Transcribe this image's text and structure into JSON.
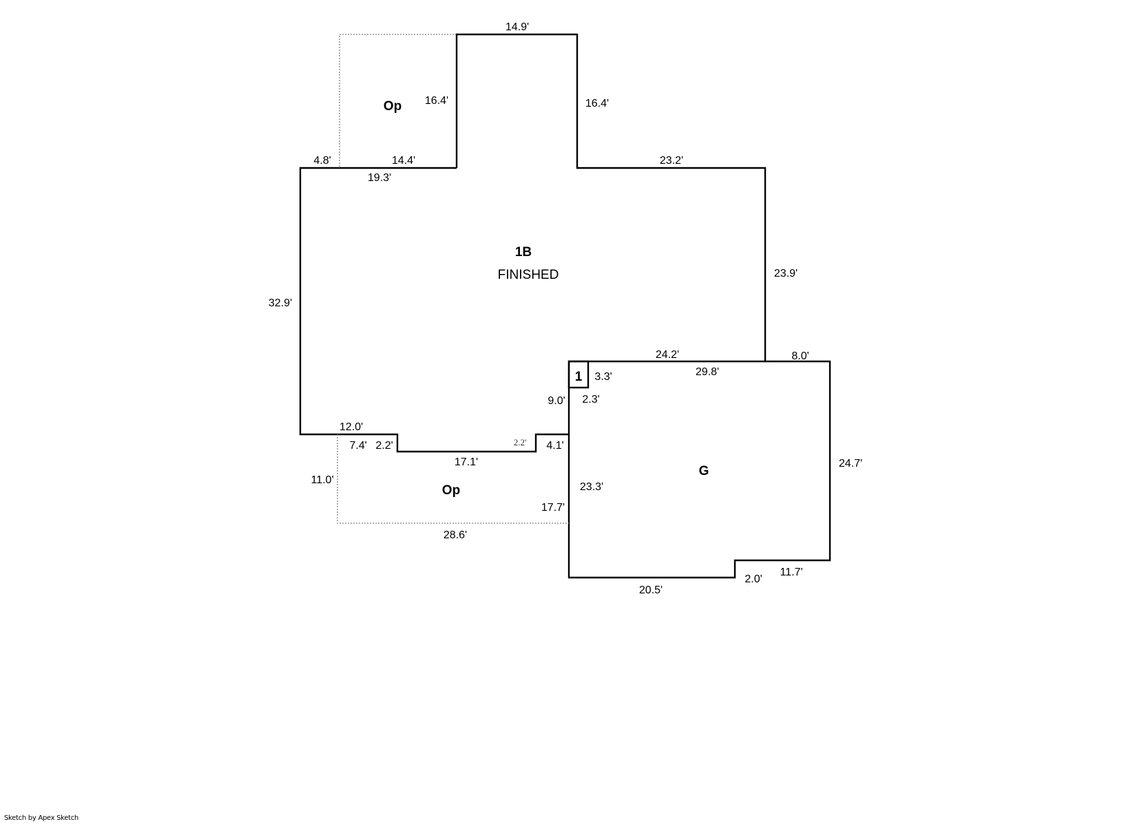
{
  "areas": {
    "main": {
      "code": "1B",
      "description": "FINISHED"
    },
    "porch_top": {
      "code": "Op"
    },
    "porch_bottom": {
      "code": "Op"
    },
    "garage": {
      "code": "G"
    },
    "small": {
      "code": "1"
    }
  },
  "dimensions": {
    "top_width": "14.9'",
    "top_right_side": "16.4'",
    "top_left_side": "16.4'",
    "upper_right_run": "23.2'",
    "porch_top_left_seg": "4.8'",
    "porch_top_bottom": "14.4'",
    "main_top_left": "19.3'",
    "main_left": "32.9'",
    "main_right": "23.9'",
    "garage_top_over": "24.2'",
    "garage_top_right": "8.0'",
    "garage_top_inner": "29.8'",
    "small_width": "3.3'",
    "small_height": "2.3'",
    "main_step_down": "9.0'",
    "main_bottom_left": "12.0'",
    "porch_bottom_seg": "7.4'",
    "notch_left": "2.2'",
    "notch_right": "2.2'",
    "notch_bottom": "17.1'",
    "notch_right_run": "4.1'",
    "porch_left": "11.0'",
    "porch_bottom": "28.6'",
    "porch_right": "17.7'",
    "garage_left_inner": "23.3'",
    "garage_right": "24.7'",
    "garage_bottom": "20.5'",
    "garage_step": "2.0'",
    "garage_bottom_right": "11.7'"
  },
  "footer": {
    "credit": "Sketch by Apex Sketch"
  }
}
